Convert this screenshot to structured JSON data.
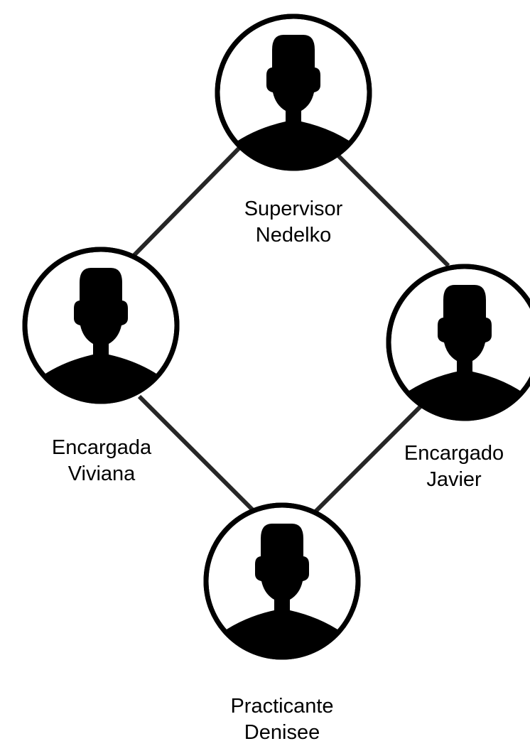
{
  "colors": {
    "line": "#262626",
    "outline": "#000000",
    "silhouette": "#000000",
    "background": "#ffffff"
  },
  "icons": {
    "person": "person-silhouette-icon"
  },
  "nodes": [
    {
      "id": "nedelko",
      "role": "Supervisor",
      "name": "Nedelko"
    },
    {
      "id": "viviana",
      "role": "Encargada",
      "name": "Viviana"
    },
    {
      "id": "javier",
      "role": "Encargado",
      "name": "Javier"
    },
    {
      "id": "denisee",
      "role": "Practicante",
      "name": "Denisee"
    }
  ],
  "edges": [
    {
      "from": "nedelko",
      "to": "viviana"
    },
    {
      "from": "nedelko",
      "to": "javier"
    },
    {
      "from": "viviana",
      "to": "denisee"
    },
    {
      "from": "javier",
      "to": "denisee"
    }
  ]
}
